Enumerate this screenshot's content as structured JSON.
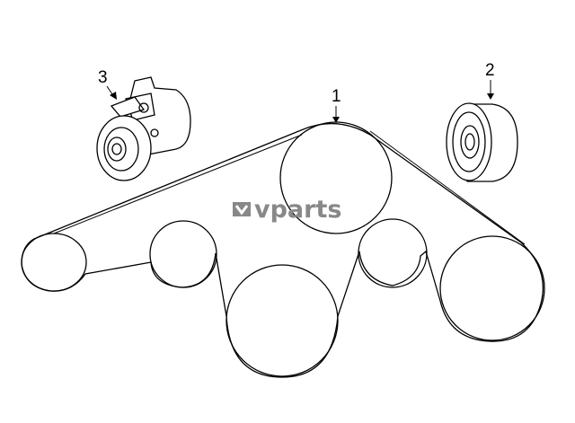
{
  "callouts": [
    {
      "id": "1",
      "label": "1"
    },
    {
      "id": "2",
      "label": "2"
    },
    {
      "id": "3",
      "label": "3"
    }
  ],
  "watermark": {
    "brand": "vparts",
    "color": "#888888"
  },
  "parts": [
    {
      "callout": "1",
      "icon": "belt-icon"
    },
    {
      "callout": "2",
      "icon": "idler-pulley-icon"
    },
    {
      "callout": "3",
      "icon": "belt-tensioner-icon"
    }
  ]
}
